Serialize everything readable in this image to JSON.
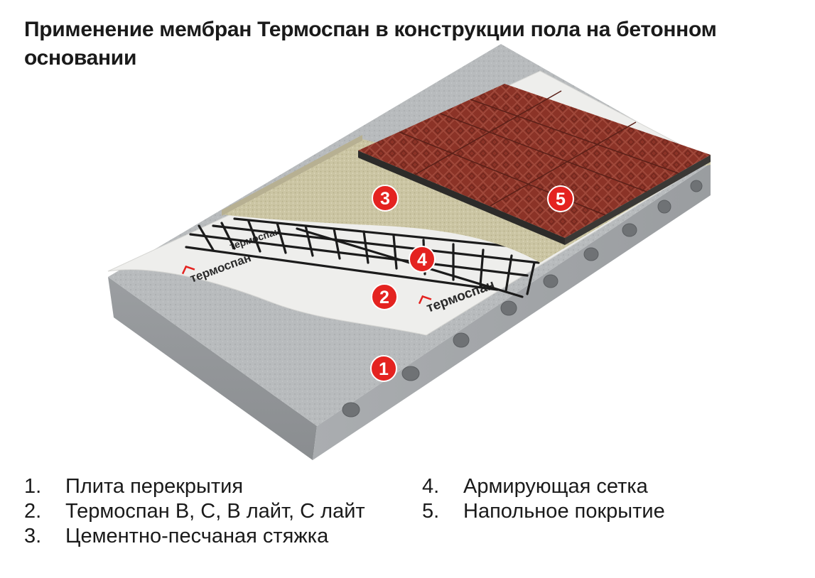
{
  "title": "Применение мембран Термоспан в конструкции пола на бетонном основании",
  "brand_print": "термоспан",
  "markers": [
    "1",
    "2",
    "3",
    "4",
    "5"
  ],
  "legend": {
    "left": [
      {
        "num": "1.",
        "text": "Плита перекрытия"
      },
      {
        "num": "2.",
        "text": "Термоспан B, C, B лайт, C лайт"
      },
      {
        "num": "3.",
        "text": "Цементно-песчаная стяжка"
      }
    ],
    "right": [
      {
        "num": "4.",
        "text": "Армирующая сетка"
      },
      {
        "num": "5.",
        "text": "Напольное покрытие"
      }
    ]
  },
  "colors": {
    "marker": "#e42320",
    "concrete": "#b9bcbe",
    "membrane": "#eeeeec",
    "screed": "#cbc5a2",
    "tile": "#8a3226"
  }
}
